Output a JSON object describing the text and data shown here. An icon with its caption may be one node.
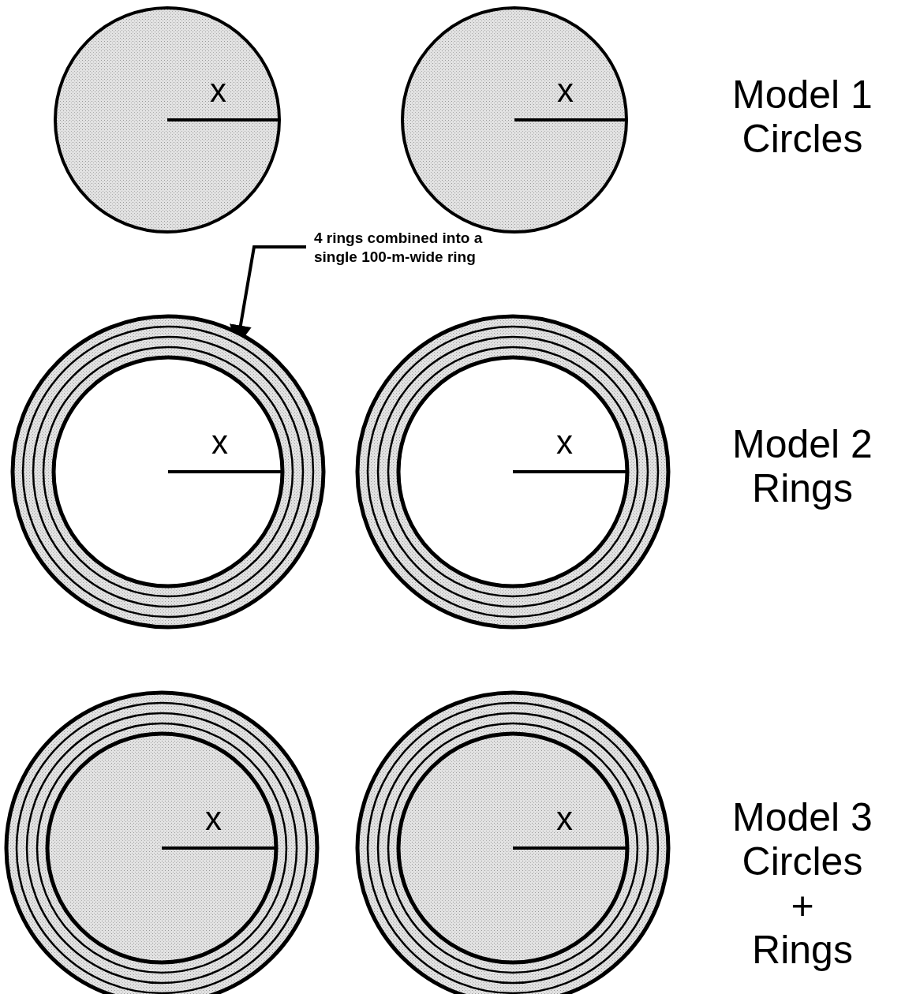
{
  "diagram": {
    "nodes": [
      {
        "text": [
          "x"
        ]
      },
      {
        "text": [
          "x"
        ]
      },
      {
        "text": [
          "4 rings combined into a single 100-m-wide ring"
        ]
      },
      {
        "text": [
          "x"
        ]
      },
      {
        "text": [
          "x"
        ]
      },
      {
        "text": [
          "x"
        ]
      },
      {
        "text": [
          "x"
        ]
      }
    ],
    "edges": [
      {
        "from": 2,
        "to": 3,
        "arrow": "to"
      }
    ],
    "labels": [
      "Model 1",
      "Circles",
      "Model 2",
      "Rings",
      "Model 3",
      "Circles",
      "+",
      "Rings"
    ]
  }
}
